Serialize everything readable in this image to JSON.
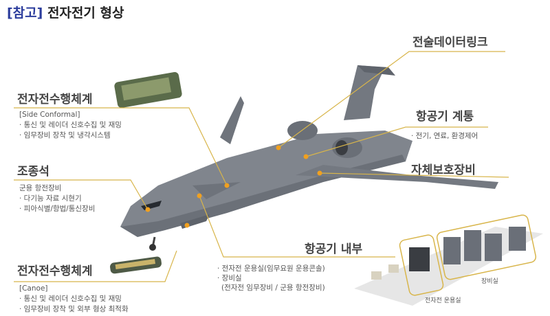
{
  "title": {
    "tag": "[참고]",
    "text": "전자전기 형상"
  },
  "colors": {
    "accent": "#2b3c9c",
    "leader_line": "#d8b54a",
    "aircraft": "#7e838b"
  },
  "callouts": {
    "side_conformal": {
      "heading": "전자전수행체계",
      "subtitle": "[Side Conformal]",
      "items": [
        "· 통신 및 레이더 신호수집 및 재밍",
        "· 임무장비 장착 및 냉각시스템"
      ]
    },
    "cockpit": {
      "heading": "조종석",
      "subtitle": "군용 항전장비",
      "items": [
        "· 다기능 자료 시현기",
        "· 피아식별/항법/통신장비"
      ]
    },
    "canoe": {
      "heading": "전자전수행체계",
      "subtitle": "[Canoe]",
      "items": [
        "· 통신 및 레이더 신호수집 및 재밍",
        "· 임무장비 장착 및 외부 형상 최적화"
      ]
    },
    "datalink": {
      "heading": "전술데이터링크"
    },
    "systems": {
      "heading": "항공기 계통",
      "items": [
        "· 전기, 연료, 환경제어"
      ]
    },
    "self_protection": {
      "heading": "자체보호장비"
    },
    "interior": {
      "heading": "항공기 내부",
      "items": [
        "· 전자전 운용실(임무요원 운용콘솔)",
        "· 장비실",
        "(전자전 임무장비 / 군용 항전장비)"
      ],
      "labels": {
        "equipment_room": "장비실",
        "operation_room": "전자전 운용실"
      }
    }
  }
}
